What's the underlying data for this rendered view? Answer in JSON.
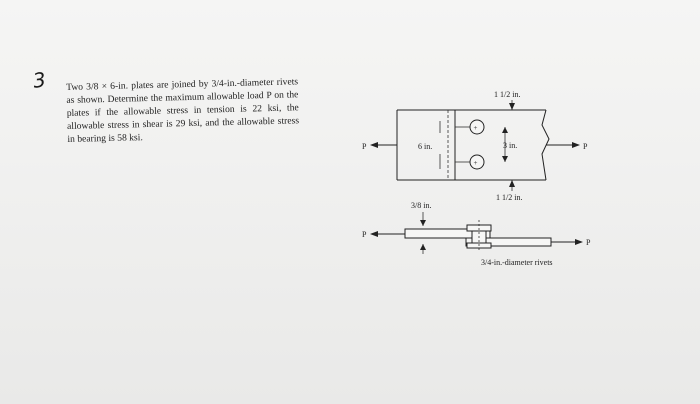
{
  "problem": {
    "number": "3",
    "text": "Two 3/8 × 6-in. plates are joined by 3/4-in.-diameter rivets as shown. Determine the maximum allowable load P on the plates if the allowable stress in tension is 22 ksi, the allowable stress in shear is 29 ksi, and the allowable stress in bearing is 58 ksi."
  },
  "figure": {
    "top_view": {
      "load_left": "P",
      "load_right": "P",
      "height_label": "6 in.",
      "spacing_label": "3 in.",
      "top_edge_label": "1 1/2 in.",
      "bottom_edge_label": "1 1/2 in.",
      "rivet_symbol": "+"
    },
    "side_view": {
      "thickness_label": "3/8 in.",
      "load_left": "P",
      "load_right": "P",
      "rivet_label": "3/4-in.-diameter rivets"
    }
  }
}
